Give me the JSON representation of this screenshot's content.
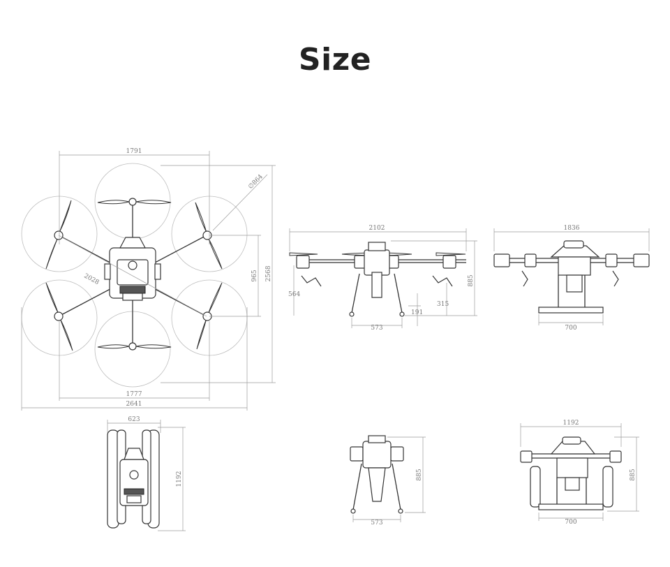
{
  "title": "Size",
  "top_view": {
    "width_upper": "1791",
    "prop_diameter": "∅864",
    "diagonal": "2028",
    "center_height": "965",
    "total_height": "2568",
    "width_lower": "1777",
    "width_total": "2641"
  },
  "front_view": {
    "width": "2102",
    "height": "885",
    "nozzle_height": "564",
    "ground_clearance": "191",
    "tank_clearance": "315",
    "leg_spacing": "573"
  },
  "side_view": {
    "width": "1836",
    "leg_width": "700"
  },
  "folded_top_view": {
    "width": "623",
    "length": "1192"
  },
  "folded_front_view": {
    "height": "885",
    "leg_spacing": "573"
  },
  "folded_side_view": {
    "width": "1192",
    "height": "885",
    "leg_width": "700"
  },
  "colors": {
    "title": "#222222",
    "line": "#333333",
    "dimension": "#777777"
  }
}
